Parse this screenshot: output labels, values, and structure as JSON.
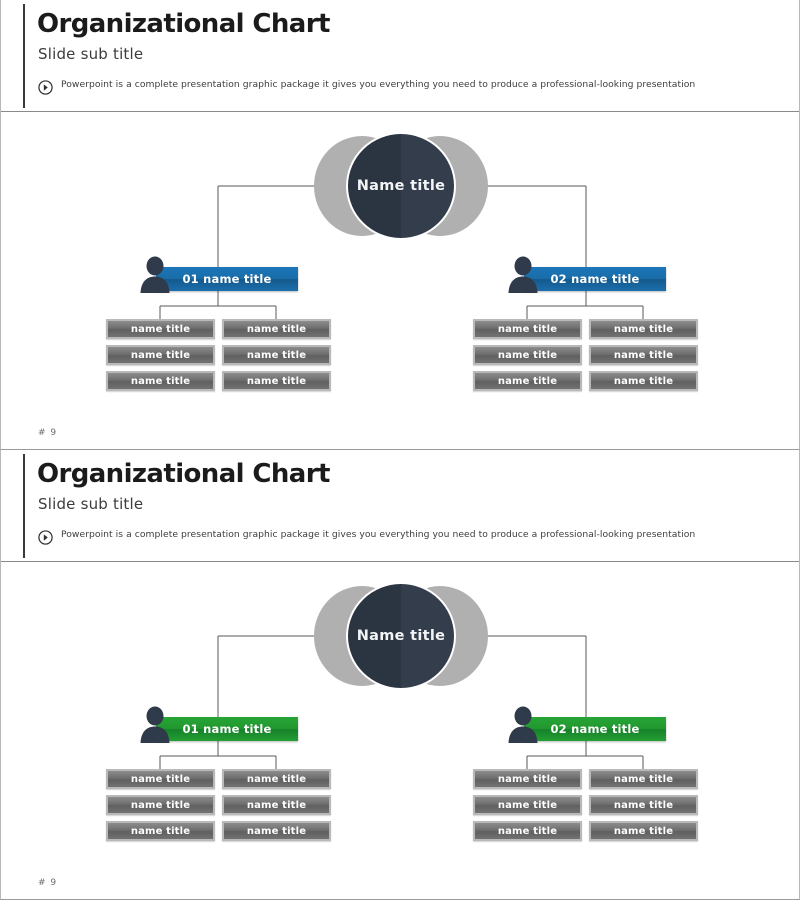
{
  "slides": [
    {
      "title": "Organizational Chart",
      "subtitle": "Slide sub title",
      "description": "Powerpoint is a complete presentation graphic package it gives you everything you need to produce a professional-looking presentation",
      "bullet_icon": "play-circle-icon",
      "footer": "# 9",
      "accent_color": "#1a6da9",
      "chart": {
        "root": {
          "label": "Name title",
          "color": "#2b3441"
        },
        "branches": [
          {
            "label": "01 name title",
            "color": "#1a6da9",
            "icon": "person-icon",
            "children": [
              [
                "name title",
                "name title",
                "name title"
              ],
              [
                "name title",
                "name title",
                "name title"
              ]
            ]
          },
          {
            "label": "02 name title",
            "color": "#1a6da9",
            "icon": "person-icon",
            "children": [
              [
                "name title",
                "name title",
                "name title"
              ],
              [
                "name title",
                "name title",
                "name title"
              ]
            ]
          }
        ]
      }
    },
    {
      "title": "Organizational Chart",
      "subtitle": "Slide sub title",
      "description": "Powerpoint is a complete presentation graphic package it gives you everything you need to produce a professional-looking presentation",
      "bullet_icon": "play-circle-icon",
      "footer": "# 9",
      "accent_color": "#22982f",
      "chart": {
        "root": {
          "label": "Name title",
          "color": "#2b3441"
        },
        "branches": [
          {
            "label": "01 name title",
            "color": "#22982f",
            "icon": "person-icon",
            "children": [
              [
                "name title",
                "name title",
                "name title"
              ],
              [
                "name title",
                "name title",
                "name title"
              ]
            ]
          },
          {
            "label": "02 name title",
            "color": "#22982f",
            "icon": "person-icon",
            "children": [
              [
                "name title",
                "name title",
                "name title"
              ],
              [
                "name title",
                "name title",
                "name title"
              ]
            ]
          }
        ]
      }
    }
  ]
}
